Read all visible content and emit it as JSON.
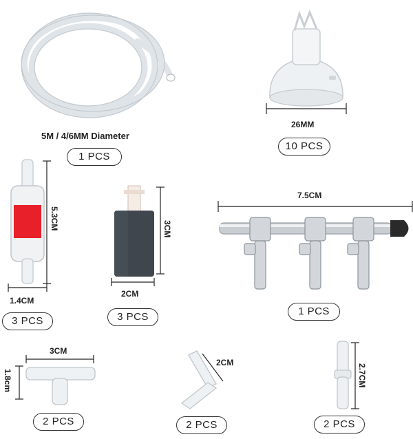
{
  "items": [
    {
      "dimension": "5M / 4/6MM Diameter",
      "quantity": "1 PCS",
      "icon": "tubing-icon"
    },
    {
      "dimension": "26MM",
      "quantity": "10 PCS",
      "icon": "suction-cup-icon"
    },
    {
      "dimensions": [
        "5.3CM",
        "1.4CM"
      ],
      "quantity": "3 PCS",
      "icon": "check-valve-icon"
    },
    {
      "dimensions": [
        "3CM",
        "2CM"
      ],
      "quantity": "3 PCS",
      "icon": "air-stone-icon"
    },
    {
      "dimension": "7.5CM",
      "quantity": "1 PCS",
      "icon": "manifold-icon"
    },
    {
      "dimensions": [
        "3CM",
        "1.8cm"
      ],
      "quantity": "2 PCS",
      "icon": "t-connector-icon"
    },
    {
      "dimension": "2CM",
      "quantity": "2 PCS",
      "icon": "elbow-connector-icon"
    },
    {
      "dimension": "2.7CM",
      "quantity": "2 PCS",
      "icon": "straight-connector-icon"
    }
  ]
}
